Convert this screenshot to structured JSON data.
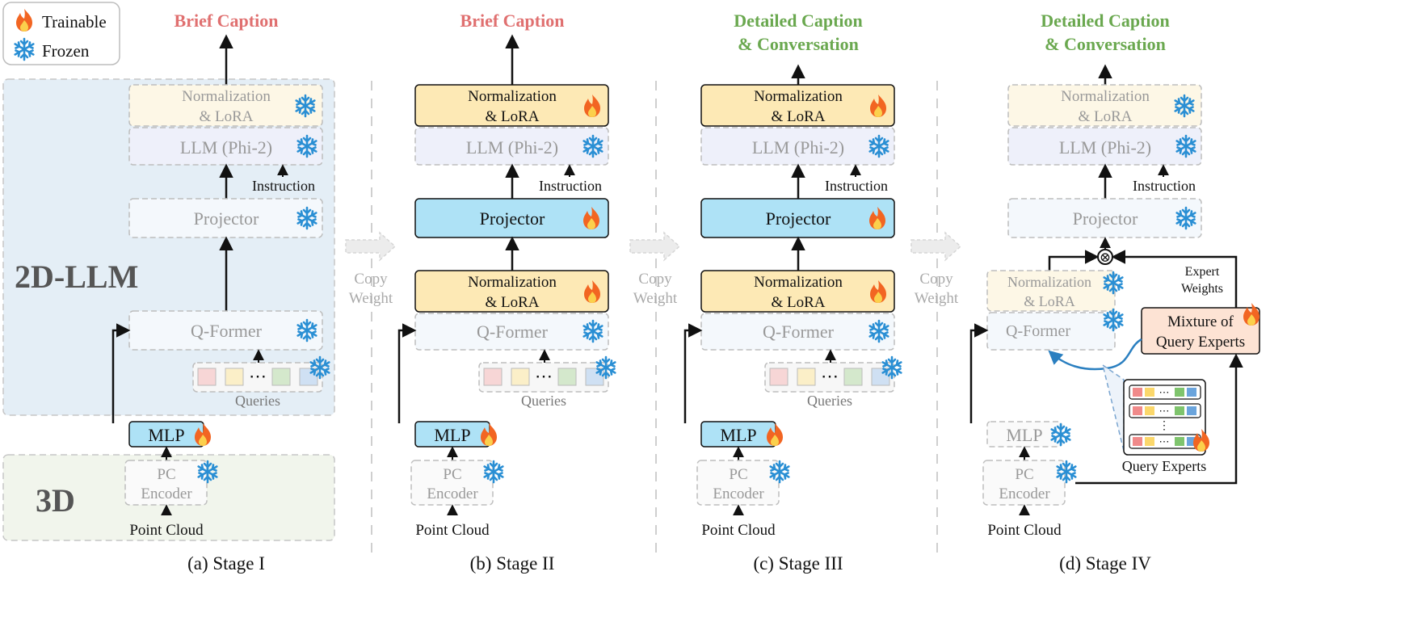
{
  "legend": {
    "trainable": "Trainable",
    "frozen": "Frozen"
  },
  "labels": {
    "brief_caption": "Brief Caption",
    "detailed_caption_l1": "Detailed Caption",
    "detailed_caption_l2": "& Conversation",
    "norm_l1": "Normalization",
    "norm_l2": "& LoRA",
    "llm": "LLM (Phi-2)",
    "instruction": "Instruction",
    "projector": "Projector",
    "qformer": "Q-Former",
    "queries": "Queries",
    "dots": "⋯",
    "mlp": "MLP",
    "pc_l1": "PC",
    "pc_l2": "Encoder",
    "point_cloud": "Point Cloud",
    "copy_l1": "Copy",
    "copy_l2": "Weight",
    "region_2d": "2D-LLM",
    "region_3d": "3D",
    "expert_weights_l1": "Expert",
    "expert_weights_l2": "Weights",
    "moe_l1": "Mixture of",
    "moe_l2": "Query Experts",
    "query_experts": "Query Experts",
    "otimes": "⊗",
    "vdots": "⋮"
  },
  "stage_captions": [
    "(a) Stage I",
    "(b) Stage II",
    "(c) Stage III",
    "(d) Stage IV"
  ],
  "colors": {
    "brief_caption": "#e07070",
    "detailed_caption": "#6aa84f",
    "projector_active": "#aee2f6",
    "norm_active": "#fde9b5",
    "mlp_active": "#aee2f6",
    "moe": "#fde3d4",
    "region_2d": "#e4eef6",
    "region_3d": "#f1f5ec",
    "frozen_icon": "#2a8fd4",
    "trainable_icon": "#f26522"
  }
}
